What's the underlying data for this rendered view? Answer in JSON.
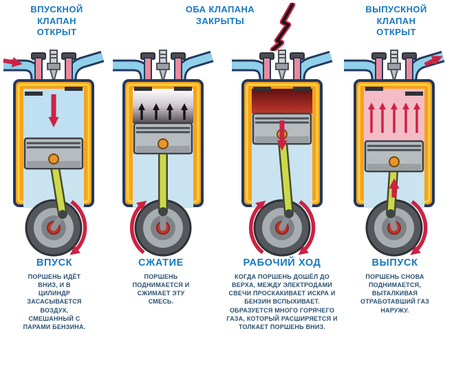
{
  "top_labels": [
    {
      "text": "ВПУСКНОЙ\nКЛАПАН\nОТКРЫТ"
    },
    {
      "text": "ОБА КЛАПАНА\nЗАКРЫТЫ"
    },
    {
      "text": "ВЫПУСКНОЙ\nКЛАПАН\nОТКРЫТ"
    }
  ],
  "panels": [
    {
      "id": "intake",
      "title": "ВПУСК",
      "description": "ПОРШЕНЬ ИДЁТ ВНИЗ, И В ЦИЛИНДР ЗАСАСЫВАЕТСЯ ВОЗДУХ, СМЕШАННЫЙ С ПАРАМИ БЕНЗИНА."
    },
    {
      "id": "compression",
      "title": "СЖАТИЕ",
      "description": "ПОРШЕНЬ ПОДНИМАЕТСЯ И СЖИМАЕТ ЭТУ СМЕСЬ."
    },
    {
      "id": "power",
      "title": "РАБОЧИЙ ХОД",
      "description": "КОГДА ПОРШЕНЬ ДОШЁЛ ДО ВЕРХА, МЕЖДУ ЭЛЕКТРОДАМИ СВЕЧИ ПРОСКАКИВАЕТ ИСКРА И БЕНЗИН ВСПЫХИВАЕТ. ОБРАЗУЕТСЯ МНОГО ГОРЯЧЕГО ГАЗА, КОТОРЫЙ РАСШИРЯЕТСЯ И ТОЛКАЕТ ПОРШЕНЬ ВНИЗ."
    },
    {
      "id": "exhaust",
      "title": "ВЫПУСК",
      "description": "ПОРШЕНЬ СНОВА ПОДНИМАЕТСЯ, ВЫТАЛКИВАЯ ОТРАБОТАВШИЙ ГАЗ НАРУЖУ."
    }
  ],
  "icons": {
    "lightning": "spark-discharge",
    "red_arrows": "gas-flow-direction",
    "curved_arrows": "flywheel-rotation"
  },
  "colors": {
    "heading_blue": "#1878be",
    "body_text": "#2b5070",
    "arrow_red": "#cc2244",
    "engine_block_orange": "#f6a21d",
    "pipe_blue": "#8fd0ea",
    "outline_navy": "#23395d",
    "rod_yellow": "#cdd94a"
  }
}
